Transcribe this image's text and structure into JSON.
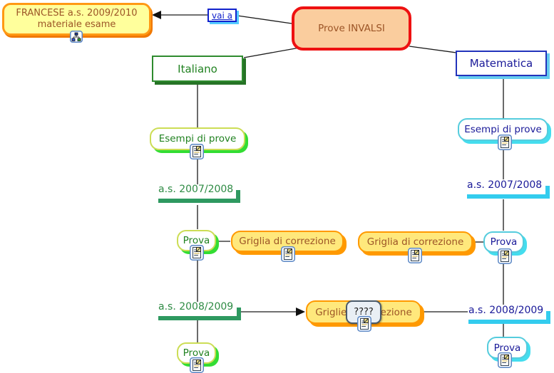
{
  "diagram": {
    "type": "concept-map",
    "palette": {
      "yellow_fill": "#FFFF9C",
      "peach_fill": "#FACD9E",
      "griglia_fill": "#FFE87C",
      "orange_border": "#FF9900",
      "red_border": "#EE1111",
      "green_border": "#2E8B2E",
      "bright_green_shadow": "#33DD33",
      "blue_border": "#2233BB",
      "cyan_shadow": "#44DDEE",
      "sea_green_bar": "#2E9960",
      "cyan_bar": "#33CCEE",
      "brown_text": "#9C5527",
      "green_text": "#218221",
      "navy_text": "#1A1A99",
      "wire_color": "#1a1a1a"
    },
    "nodes": {
      "francese": {
        "line1": "FRANCESE a.s. 2009/2010",
        "line2": "materiale esame",
        "icon": "org-chart-icon"
      },
      "vai_a": {
        "label": "vai a"
      },
      "prove_invalsi": {
        "label": "Prove INVALSI"
      },
      "italiano": {
        "label": "Italiano"
      },
      "matematica": {
        "label": "Matematica"
      },
      "esempi_italiano": {
        "label": "Esempi di prove",
        "icon": "document-resource-icon"
      },
      "esempi_matematica": {
        "label": "Esempi di prove",
        "icon": "document-resource-icon"
      },
      "as_2007_2008_italiano": {
        "label": "a.s. 2007/2008"
      },
      "as_2007_2008_matematica": {
        "label": "a.s. 2007/2008"
      },
      "prova_italiano_2007": {
        "label": "Prova",
        "icon": "document-resource-icon"
      },
      "griglia_italiano": {
        "label": "Griglia di correzione",
        "icon": "document-resource-icon"
      },
      "griglia_matematica": {
        "label": "Griglia di correzione",
        "icon": "document-resource-icon"
      },
      "prova_matematica_2007": {
        "label": "Prova",
        "icon": "document-resource-icon"
      },
      "as_2008_2009_italiano": {
        "label": "a.s. 2008/2009"
      },
      "as_2008_2009_matematica": {
        "label": "a.s. 2008/2009"
      },
      "griglie_2008": {
        "label": "Griglie di correzione",
        "overlay": "????",
        "icon": "document-resource-icon"
      },
      "prova_italiano_2008": {
        "label": "Prova",
        "icon": "document-resource-icon"
      },
      "prova_matematica_2008": {
        "label": "Prova",
        "icon": "document-resource-icon"
      }
    }
  }
}
